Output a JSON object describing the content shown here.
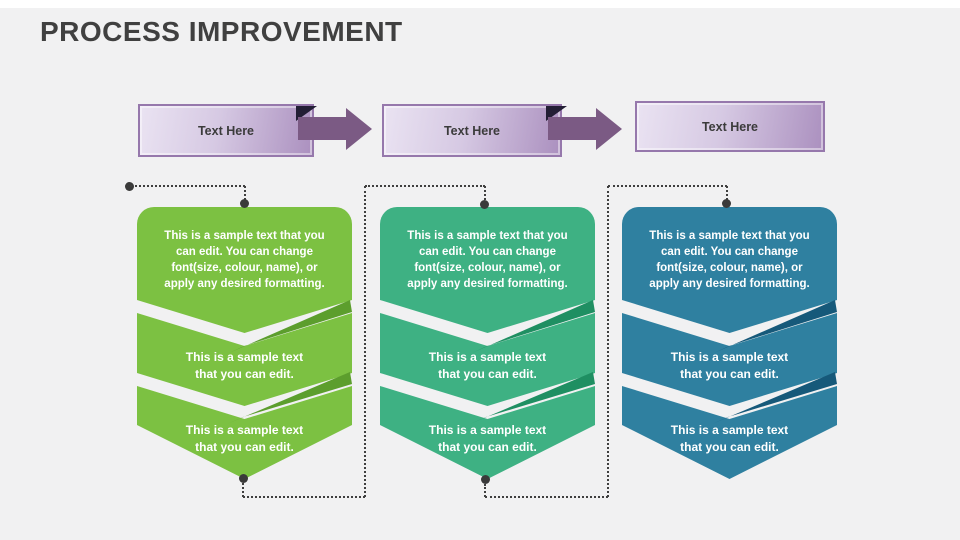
{
  "slide": {
    "title": "PROCESS IMPROVEMENT",
    "title_color": "#404040",
    "background_color": "#F1F1F2"
  },
  "banner_row": {
    "banners": [
      {
        "label": "Text Here"
      },
      {
        "label": "Text Here"
      },
      {
        "label": "Text Here"
      }
    ],
    "banner_gradient_start": "#EAE3F2",
    "banner_gradient_end": "#AB90BF",
    "banner_border_color": "#9678AC",
    "banner_text_color": "#3B3B3B",
    "arrow_color": "#7B5A84",
    "arrow_fold_color": "#231E35"
  },
  "columns": [
    {
      "name": "step-1",
      "color": "#7CC142",
      "fold_color": "#5C9E2D",
      "text_color": "#FFFFFF",
      "top_text": "This is a sample text that you\ncan edit. You can change\nfont(size, colour, name), or\napply any desired formatting.",
      "middle_text": "This is a sample text\nthat you can edit.",
      "bottom_text": "This is a sample text\nthat you can edit."
    },
    {
      "name": "step-2",
      "color": "#3EB183",
      "fold_color": "#1F8F62",
      "text_color": "#FFFFFF",
      "top_text": "This is a sample text that you\ncan edit. You can change\nfont(size, colour, name), or\napply any desired formatting.",
      "middle_text": "This is a sample text\nthat you can edit.",
      "bottom_text": "This is a sample text\nthat you can edit."
    },
    {
      "name": "step-3",
      "color": "#2F80A0",
      "fold_color": "#16597A",
      "text_color": "#FFFFFF",
      "top_text": "This is a sample text that you\ncan edit. You can change\nfont(size, colour, name), or\napply any desired formatting.",
      "middle_text": "This is a sample text\nthat you can edit.",
      "bottom_text": "This is a sample text\nthat you can edit."
    }
  ],
  "connectors": {
    "color": "#3F3F3F",
    "dot_color": "#3A3A3A"
  }
}
